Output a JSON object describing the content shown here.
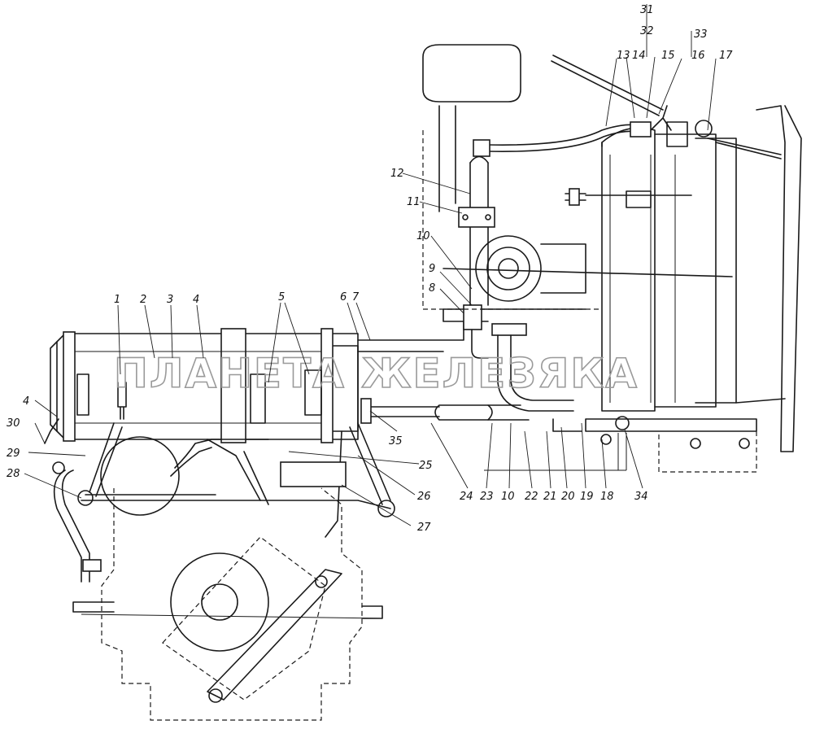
{
  "watermark": "ПЛАНЕТА ЖЕЛЕЗЯКА",
  "callouts": {
    "c1": "1",
    "c2": "2",
    "c3": "3",
    "c4a": "4",
    "c4b": "4",
    "c5": "5",
    "c6": "6",
    "c7": "7",
    "c8": "8",
    "c9": "9",
    "c10a": "10",
    "c10b": "10",
    "c11": "11",
    "c12": "12",
    "c13": "13",
    "c14": "14",
    "c15": "15",
    "c16": "16",
    "c17": "17",
    "c18": "18",
    "c19": "19",
    "c20": "20",
    "c21": "21",
    "c22": "22",
    "c23": "23",
    "c24": "24",
    "c25": "25",
    "c26": "26",
    "c27": "27",
    "c28": "28",
    "c29": "29",
    "c30": "30",
    "c31": "31",
    "c32": "32",
    "c33": "33",
    "c34": "34",
    "c35": "35"
  }
}
